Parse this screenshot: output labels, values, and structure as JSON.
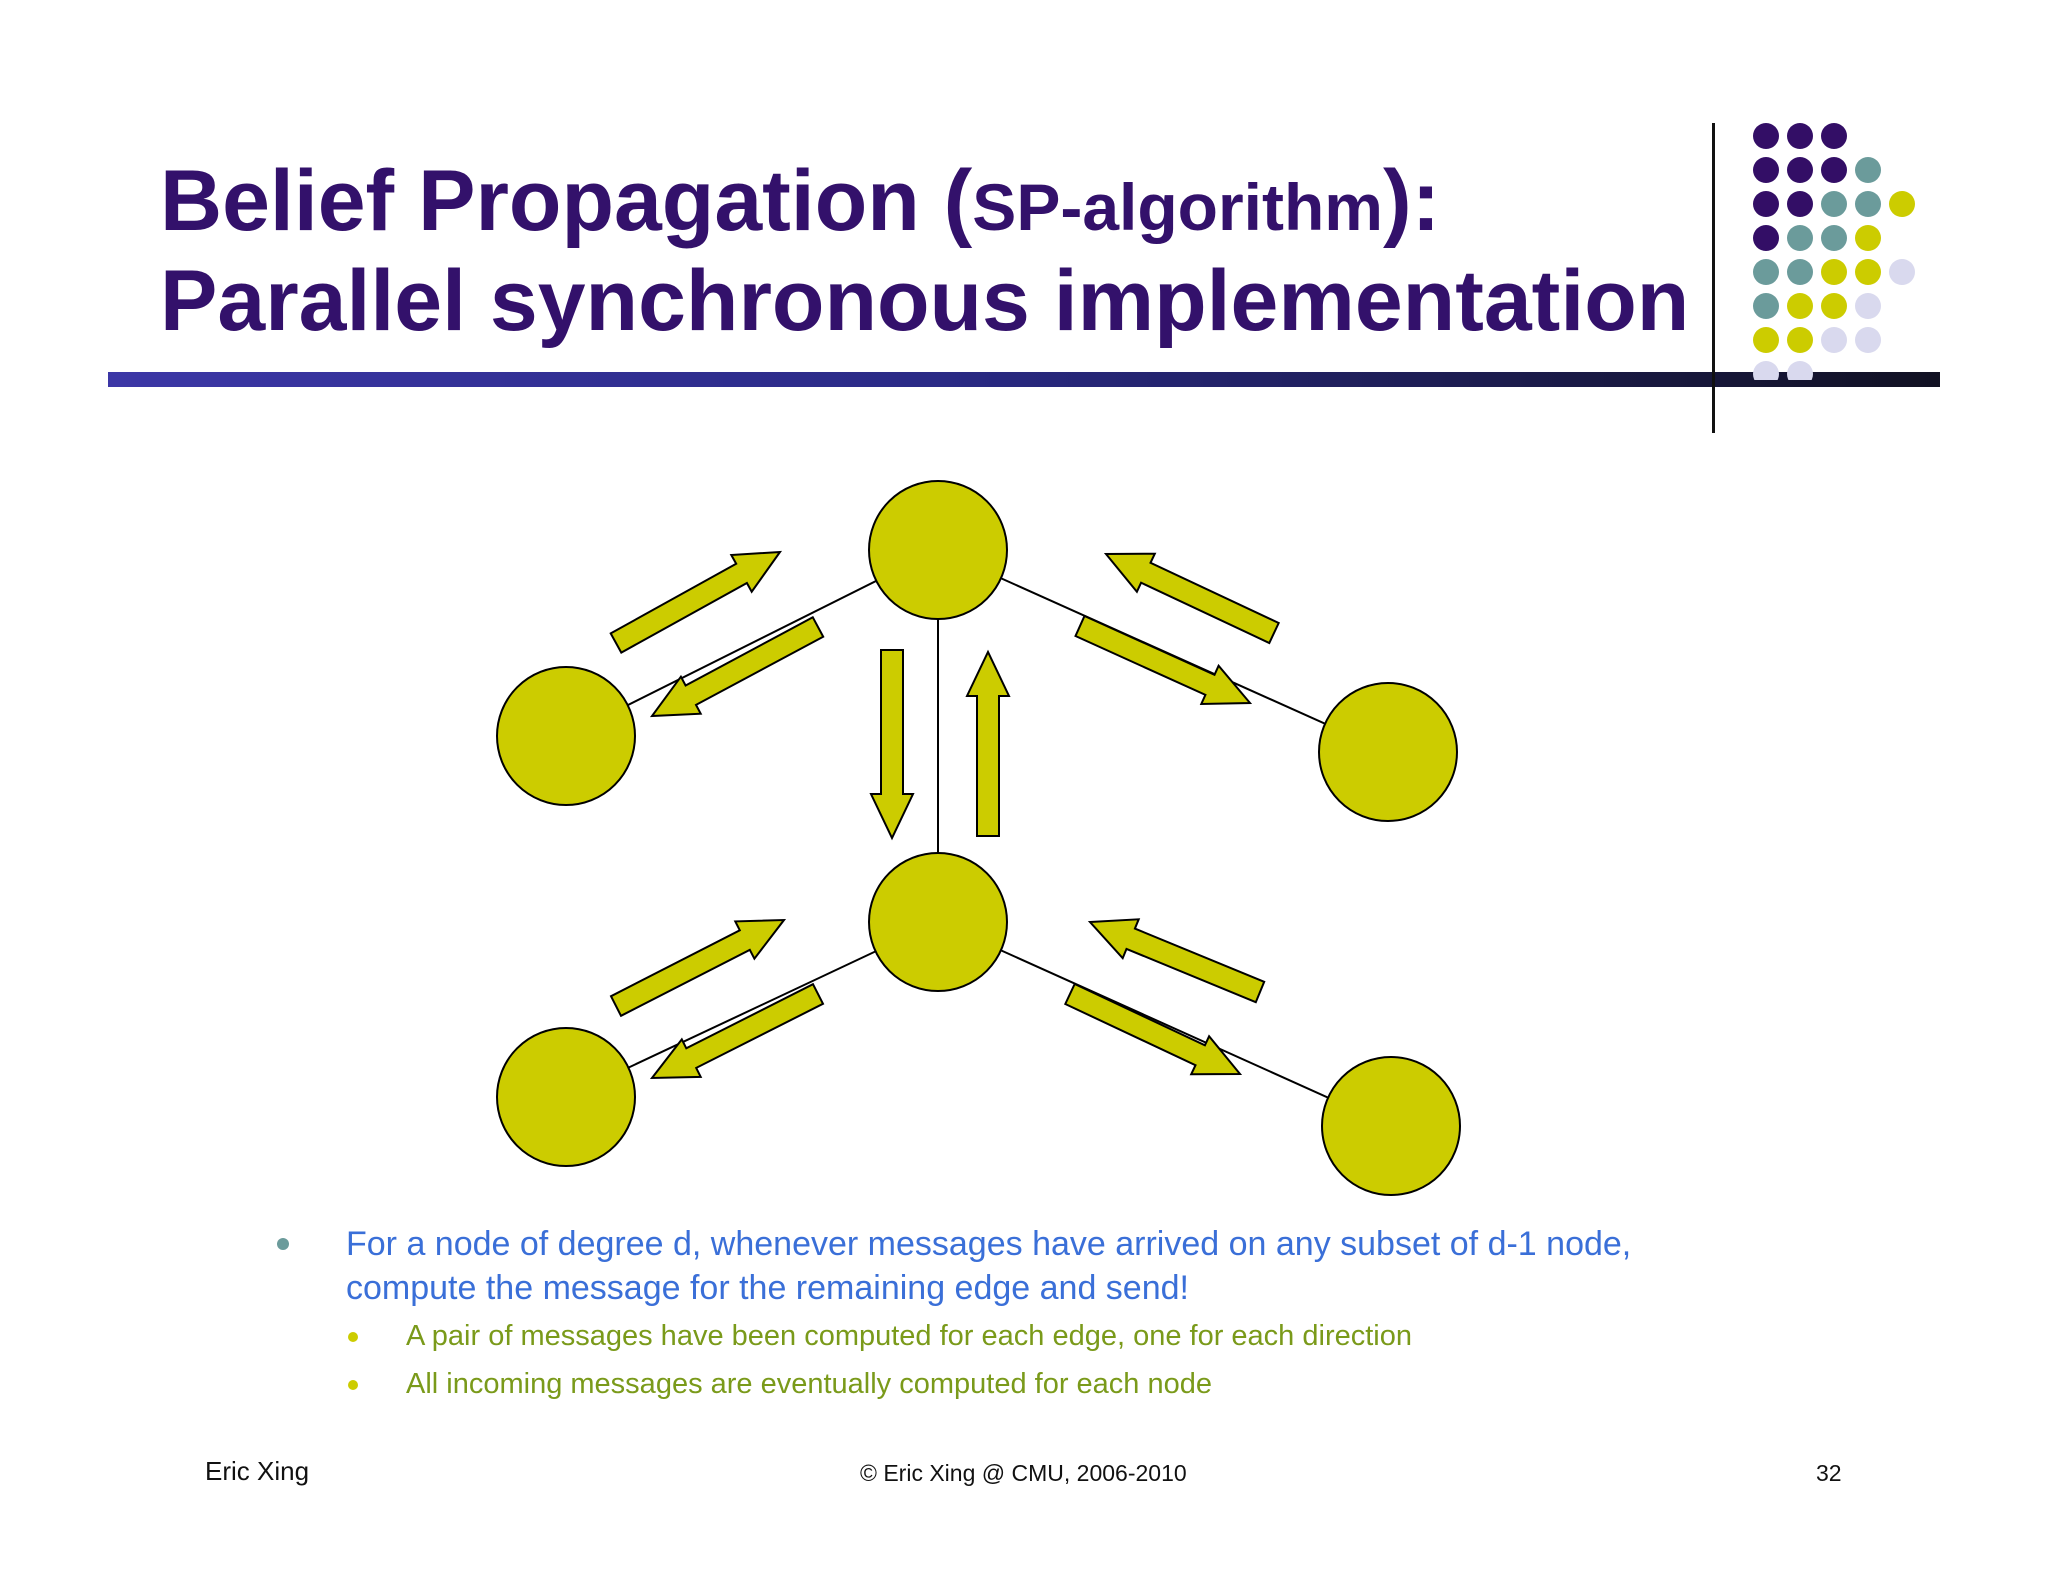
{
  "title": {
    "line1_a": "Belief Propagation (",
    "line1_b": "SP-algorithm",
    "line1_c": "):",
    "line2": "Parallel synchronous implementation"
  },
  "colors": {
    "title": "#33116b",
    "node_fill": "#cccc00",
    "arrow_fill": "#cccc00",
    "outline": "#000000",
    "bullet_main": "#3a6fd8",
    "bullet_sub": "#7a9a1a",
    "dot_purple": "#330e66",
    "dot_teal": "#6b9b9b",
    "dot_yellow": "#cccc00",
    "dot_lavender": "#d9d9ee"
  },
  "bullets": {
    "main": "For a node of degree d, whenever messages have arrived on any subset of d-1 node, compute the message for the remaining edge and send!",
    "sub": [
      "A pair of messages have been computed for each edge, one for each direction",
      "All incoming messages are eventually computed for each node"
    ]
  },
  "footer": {
    "author": "Eric Xing",
    "copyright": "© Eric Xing @ CMU, 2006-2010",
    "page": "32"
  }
}
